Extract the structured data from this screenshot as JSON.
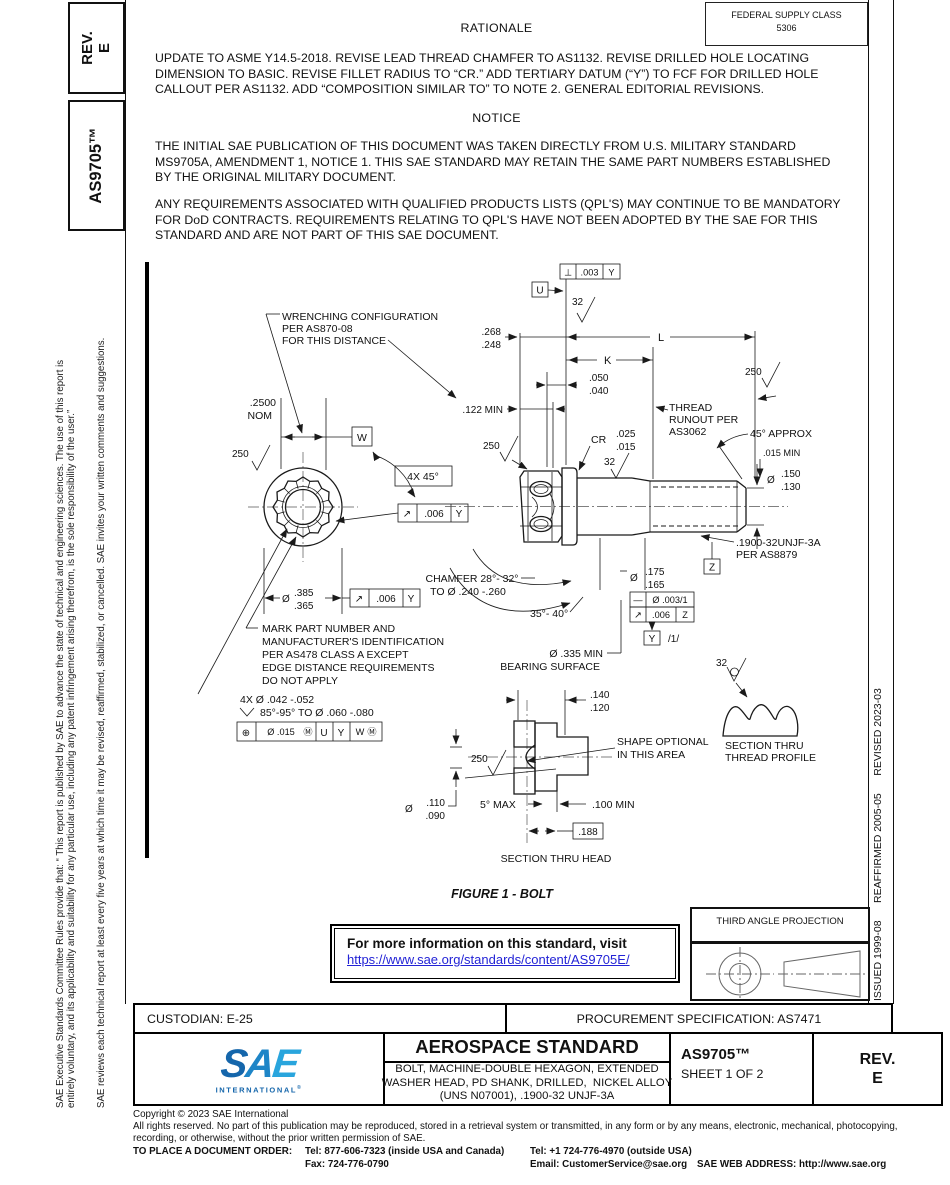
{
  "page": {
    "federal_supply_class_label": "FEDERAL SUPPLY CLASS",
    "federal_supply_class_value": "5306"
  },
  "sidebar_left": {
    "rev_label": "REV.",
    "rev_value": "E",
    "doc_number": "AS9705™",
    "legal_line1": "SAE Executive Standards Committee Rules provide that: “ This report is published by SAE to advance the state of technical and engineering sciences. The use of this report is",
    "legal_line2": "entirely voluntary, and its applicability and suitability for any particular use, including any patent infringement arising therefrom, is the sole responsibility of the user.”",
    "review_note": "SAE reviews each technical report at least every five years at which time it may be revised, reaffirmed, stabilized, or cancelled. SAE invites your written comments and suggestions."
  },
  "sidebar_right": {
    "history": "ISSUED 1999-08      REAFFIRMED 2005-05      REVISED 2023-03"
  },
  "rationale": {
    "heading": "RATIONALE",
    "body": "UPDATE TO ASME Y14.5-2018. REVISE LEAD THREAD CHAMFER TO AS1132. REVISE DRILLED HOLE LOCATING DIMENSION TO BASIC. REVISE FILLET RADIUS TO “CR.” ADD TERTIARY DATUM (“Y”) TO FCF FOR DRILLED HOLE CALLOUT PER AS1132. ADD “COMPOSITION SIMILAR TO” TO NOTE 2. GENERAL EDITORIAL REVISIONS."
  },
  "notice": {
    "heading": "NOTICE",
    "para1": "THE INITIAL SAE PUBLICATION OF THIS DOCUMENT WAS TAKEN DIRECTLY FROM U.S. MILITARY STANDARD MS9705A, AMENDMENT 1, NOTICE 1. THIS SAE STANDARD MAY RETAIN THE SAME PART NUMBERS ESTABLISHED BY THE ORIGINAL MILITARY DOCUMENT.",
    "para2": "ANY REQUIREMENTS ASSOCIATED WITH QUALIFIED PRODUCTS LISTS (QPL'S) MAY CONTINUE TO BE MANDATORY FOR DoD CONTRACTS. REQUIREMENTS RELATING TO QPL'S HAVE NOT BEEN ADOPTED BY THE SAE FOR THIS STANDARD AND ARE NOT PART OF THIS SAE DOCUMENT."
  },
  "figure": {
    "caption": "FIGURE 1 - BOLT",
    "labels": {
      "wrench1": "WRENCHING CONFIGURATION",
      "wrench2": "PER AS870-08",
      "wrench3": "FOR THIS DISTANCE",
      "dim2500": ".2500",
      "nom": "NOM",
      "datumW": "W",
      "fin250": "250",
      "fin32": "32",
      "fourx45": "4X 45°",
      "runout_sym": "↗",
      "runout_val": ".006",
      "datumY": "Y",
      "dia": "Ø",
      "d385": ".385",
      "d365": ".365",
      "mark1": "MARK PART NUMBER AND",
      "mark2": "MANUFACTURER'S IDENTIFICATION",
      "mark3": "PER AS478 CLASS A EXCEPT",
      "mark4": "EDGE DISTANCE REQUIREMENTS",
      "mark5": "DO NOT APPLY",
      "holes1": "4X Ø .042 -.052",
      "holes2": "85°-95° TO Ø .060 -.080",
      "pos_sym": "⊕",
      "pos_tol": "Ø .015",
      "mod_m": "Ⓜ",
      "datumU": "U",
      "perp_sym": "⊥",
      "perp_val": ".003",
      "d268": ".268",
      "d248": ".248",
      "dimL": "L",
      "dimK": "K",
      "d050": ".050",
      "d040": ".040",
      "d122": ".122 MIN",
      "runout1": "THREAD",
      "runout2": "RUNOUT PER",
      "runout3": "AS3062",
      "approx45": "45° APPROX",
      "min015": ".015 MIN",
      "d150": ".150",
      "d130": ".130",
      "thread1": ".1900-32UNJF-3A",
      "thread2": "PER AS8879",
      "datumZ": "Z",
      "cr": "CR",
      "d025": ".025",
      "d015": ".015",
      "chamfer1": "CHAMFER 28°- 32°",
      "chamfer2": "TO Ø .240 -.260",
      "a3540": "35°- 40°",
      "d175": ".175",
      "d165": ".165",
      "str_sym": "—",
      "str_val": "Ø .003/1",
      "per_unit": "/1/",
      "bearing1": "Ø .335 MIN",
      "bearing2": "BEARING SURFACE",
      "d140": ".140",
      "d120": ".120",
      "shape1": "SHAPE OPTIONAL",
      "shape2": "IN THIS AREA",
      "d110": ".110",
      "d090": ".090",
      "max5": "5° MAX",
      "min100": ".100 MIN",
      "basic188": ".188",
      "sec_head": "SECTION THRU HEAD",
      "sec_thread1": "SECTION THRU",
      "sec_thread2": "THREAD PROFILE"
    }
  },
  "info_box": {
    "line1": "For more information on this standard, visit",
    "link": "https://www.sae.org/standards/content/AS9705E/"
  },
  "projection_box": {
    "label": "THIRD ANGLE PROJECTION"
  },
  "title_block": {
    "custodian": "CUSTODIAN: E-25",
    "procurement": "PROCUREMENT SPECIFICATION: AS7471",
    "standard_type": "AEROSPACE STANDARD",
    "title_line1": "BOLT, MACHINE-DOUBLE HEXAGON, EXTENDED",
    "title_line2": "WASHER HEAD, PD SHANK, DRILLED,  NICKEL ALLOY",
    "title_line3": "(UNS N07001), .1900-32 UNJF-3A",
    "doc_number": "AS9705™",
    "sheet": "SHEET 1 OF 2",
    "rev_label": "REV.",
    "rev_value": "E",
    "logo_s": "S",
    "logo_a": "A",
    "logo_e": "E",
    "logo_sub": "INTERNATIONAL",
    "logo_reg": "®"
  },
  "footer": {
    "copyright": "Copyright © 2023 SAE International",
    "rights1": "All rights reserved. No part of this publication may be reproduced, stored in a retrieval system or transmitted, in any form or by any means, electronic, mechanical, photocopying,",
    "rights2": "recording, or otherwise, without the prior written permission of SAE.",
    "order_label": "TO PLACE A DOCUMENT ORDER:",
    "tel_inside": "Tel: 877-606-7323 (inside USA and Canada)",
    "tel_outside": "Tel: +1 724-776-4970 (outside USA)",
    "fax": "Fax: 724-776-0790",
    "email": "Email: CustomerService@sae.org",
    "web": "SAE WEB ADDRESS: http://www.sae.org"
  },
  "colors": {
    "link_blue": "#2323d6",
    "sae_blue_dark": "#1566ab",
    "sae_blue_mid": "#1e85c7",
    "sae_blue_light": "#29a5dd"
  }
}
